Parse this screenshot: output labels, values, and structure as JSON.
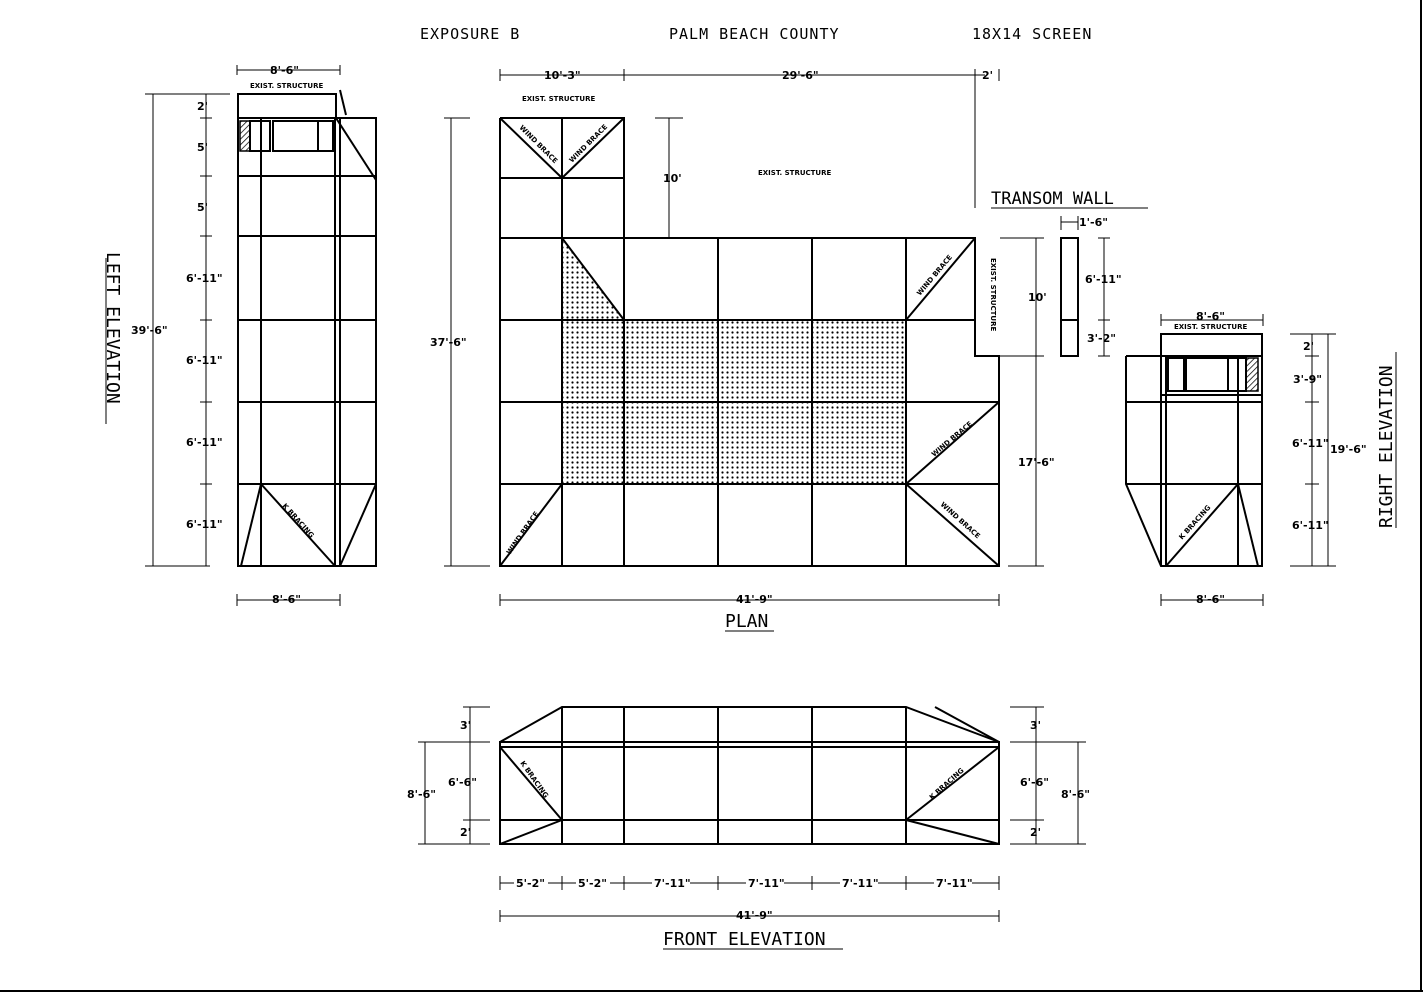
{
  "header": {
    "exposure": "EXPOSURE B",
    "county": "PALM BEACH COUNTY",
    "screen": "18X14 SCREEN"
  },
  "labels": {
    "exist_structure": "EXIST. STRUCTURE",
    "wind_brace": "WIND BRACE",
    "k_bracing": "K BRACING"
  },
  "left_elevation": {
    "title": "LEFT ELEVATION",
    "top_width": "8'-6\"",
    "bottom_width": "8'-6\"",
    "total_height": "39'-6\"",
    "rows": [
      "2'",
      "5'",
      "5'",
      "6'-11\"",
      "6'-11\"",
      "6'-11\"",
      "6'-11\""
    ]
  },
  "plan": {
    "title": "PLAN",
    "top_dims": [
      "10'-3\"",
      "29'-6\"",
      "2'"
    ],
    "height_left": "37'-6\"",
    "inset": "10'",
    "right_upper": "10'",
    "right_lower": "17'-6\"",
    "bottom_width": "41'-9\""
  },
  "transom": {
    "title": "TRANSOM WALL",
    "width": "1'-6\"",
    "upper": "6'-11\"",
    "lower": "3'-2\""
  },
  "right_elevation": {
    "title": "RIGHT ELEVATION",
    "top_width": "8'-6\"",
    "bottom_width": "8'-6\"",
    "total_height": "19'-6\"",
    "rows": [
      "2'",
      "3'-9\"",
      "6'-11\"",
      "6'-11\""
    ]
  },
  "front_elevation": {
    "title": "FRONT ELEVATION",
    "left_dims": [
      "3'",
      "6'-6\"",
      "2'",
      "8'-6\""
    ],
    "right_dims": [
      "3'",
      "6'-6\"",
      "2'",
      "8'-6\""
    ],
    "bays": [
      "5'-2\"",
      "5'-2\"",
      "7'-11\"",
      "7'-11\"",
      "7'-11\"",
      "7'-11\""
    ],
    "total": "41'-9\""
  }
}
